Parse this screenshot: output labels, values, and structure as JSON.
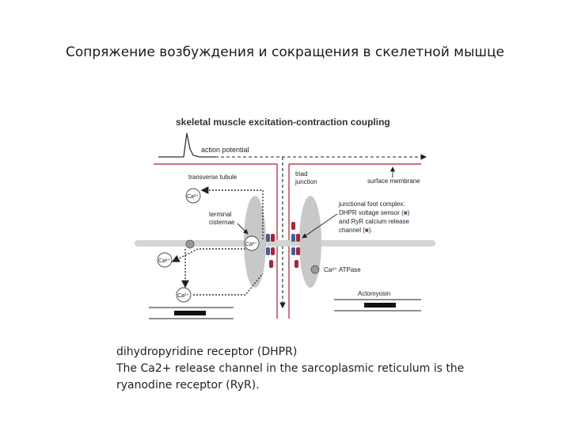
{
  "slide": {
    "title": "Сопряжение возбуждения и сокращения в скелетной мышце"
  },
  "figure": {
    "heading": "skeletal muscle excitation-contraction coupling",
    "labels": {
      "action_potential": "action potential",
      "transverse_tubule": "transverse tubule",
      "triad_junction_1": "triad",
      "triad_junction_2": "junction",
      "surface_membrane": "surface membrane",
      "terminal_cisternae_1": "terminal",
      "terminal_cisternae_2": "cisternae",
      "junctional_foot_1": "junctional foot complex:",
      "junctional_foot_2": "DHPR voltage sensor (",
      "junctional_foot_2b": ")",
      "junctional_foot_3": "and RyR calcium release",
      "junctional_foot_4": "channel (",
      "junctional_foot_4b": ").",
      "ca_atpase": "Ca²⁺ ATPase",
      "actomyosin": "Actomyosin",
      "ca_1": "Ca²⁺",
      "ca_2": "Ca²⁺",
      "ca_3": "Ca²⁺",
      "ca_4": "Ca²⁺"
    },
    "colors": {
      "membrane_red": "#b01c2e",
      "cisterna_gray": "#c8c8c8",
      "dhpr_blue": "#4a5a9a",
      "ryr_red": "#a3263a"
    }
  },
  "caption": {
    "line1": "dihydropyridine receptor (DHPR)",
    "line2": "The Ca2+ release channel in the sarcoplasmic reticulum is the",
    "line3": "ryanodine receptor (RyR)."
  }
}
